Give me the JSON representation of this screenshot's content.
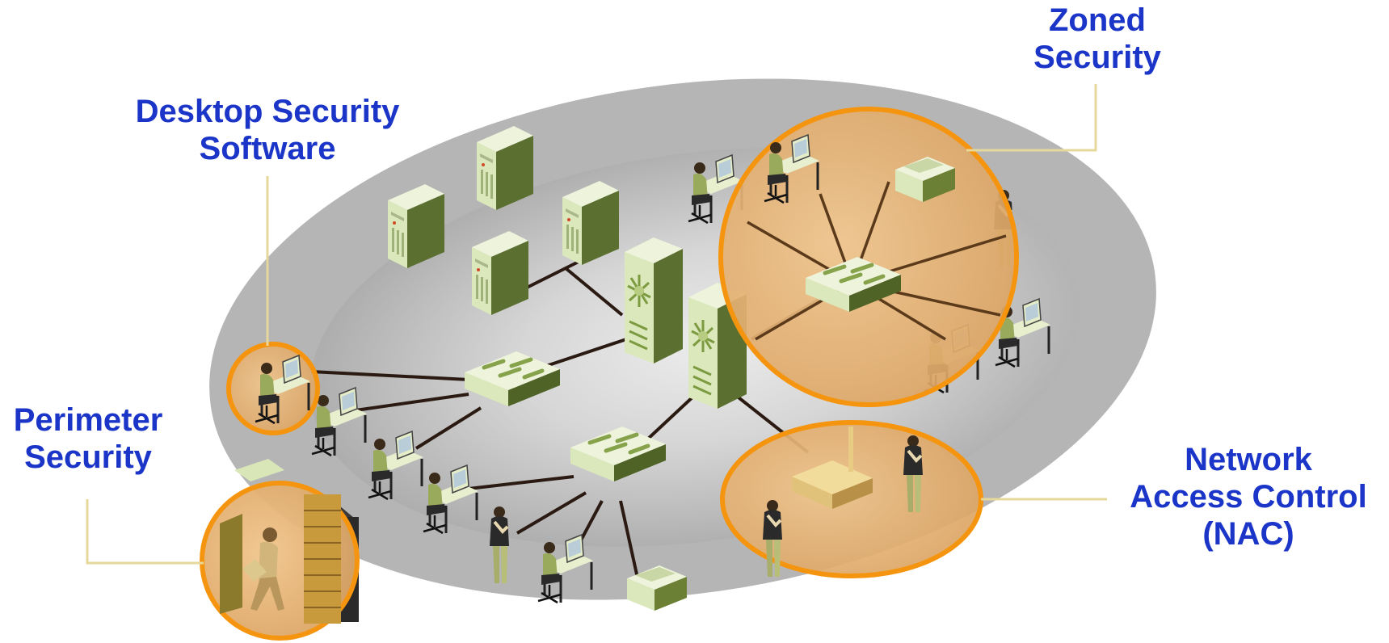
{
  "labels": {
    "zoned": [
      "Zoned",
      "Security"
    ],
    "desktop": [
      "Desktop Security",
      "Software"
    ],
    "perimeter": [
      "Perimeter",
      "Security"
    ],
    "nac": [
      "Network",
      "Access Control",
      "(NAC)"
    ]
  },
  "colors": {
    "label_text": "#1a35c8",
    "highlight_ring": "#f5950f",
    "highlight_fill": "#e8a95a",
    "callout_line": "#e6d89a",
    "platform_outer": "#b3b3b3",
    "platform_inner": "#e6e6e6",
    "device_dark": "#5a6e2c",
    "device_light": "#d9e6b8",
    "cable": "#2a1a12"
  },
  "icons": [
    "server-tower-icon",
    "core-switch-icon",
    "network-switch-icon",
    "workstation-user-icon",
    "standing-user-icon",
    "printer-icon",
    "wireless-access-point-icon",
    "firewall-wall-icon"
  ]
}
